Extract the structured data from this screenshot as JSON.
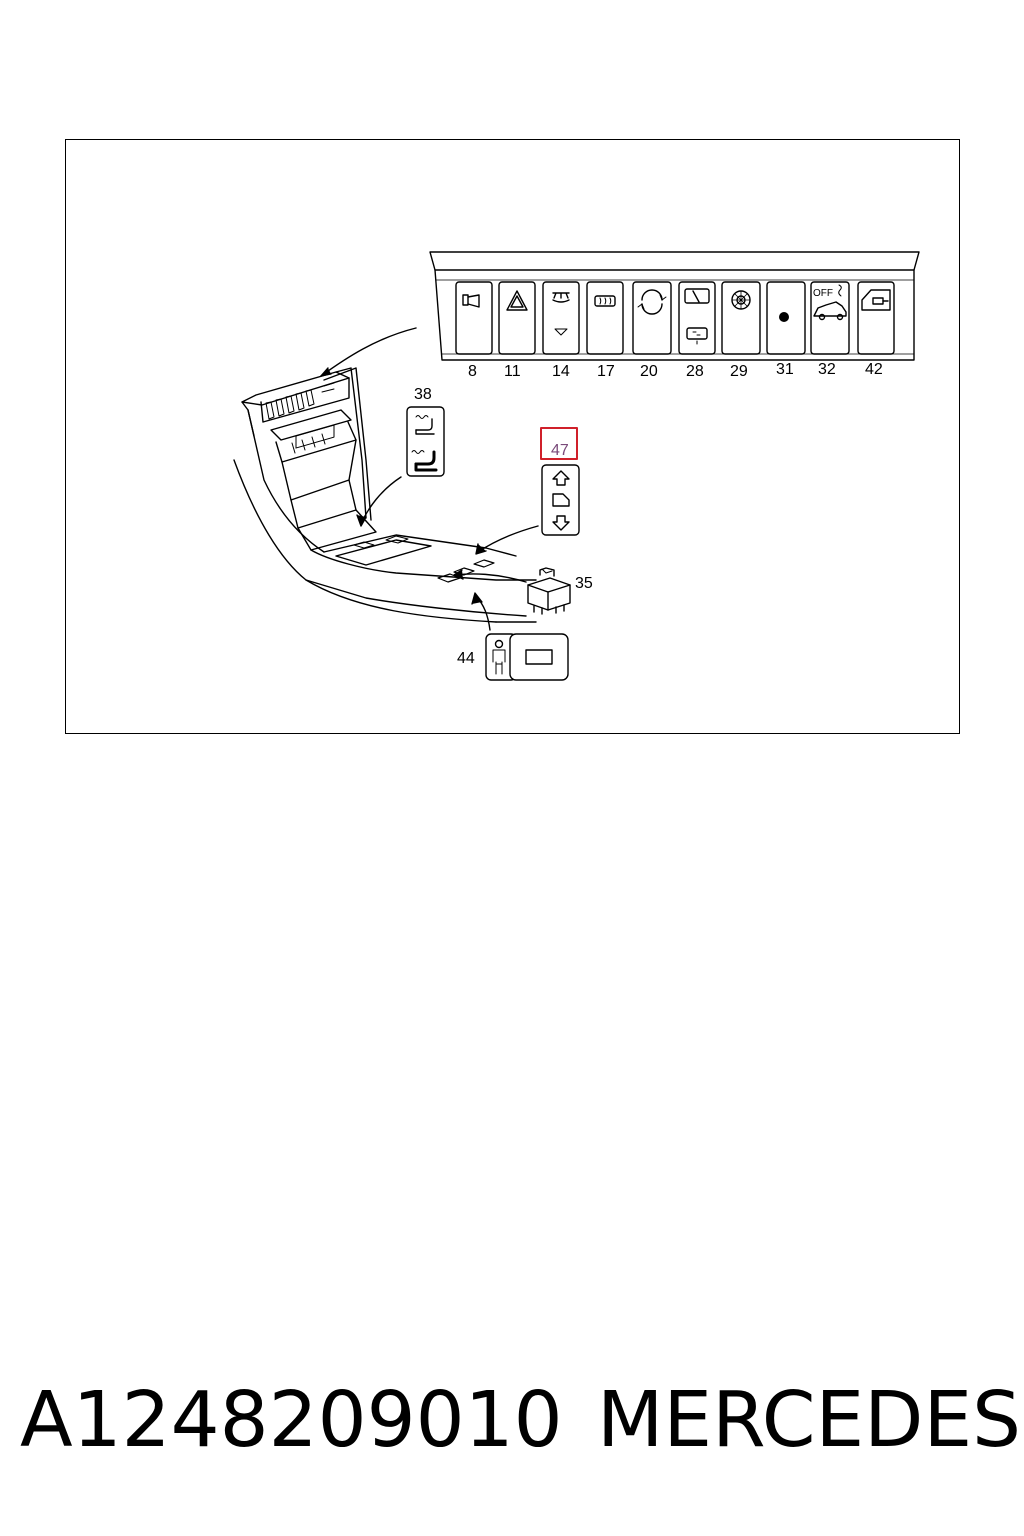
{
  "diagram": {
    "panel_labels": [
      "8",
      "11",
      "14",
      "17",
      "20",
      "28",
      "29",
      "31",
      "32",
      "42"
    ],
    "callouts": {
      "seat_heater": "38",
      "highlighted": "47",
      "connector": "35",
      "child_lock": "44"
    },
    "off_text": "OFF",
    "highlight_color": "#d0202a",
    "highlight_text_color": "#7a4a7a"
  },
  "caption": {
    "part_number": "A1248209010",
    "brand": "MERCEDES"
  }
}
